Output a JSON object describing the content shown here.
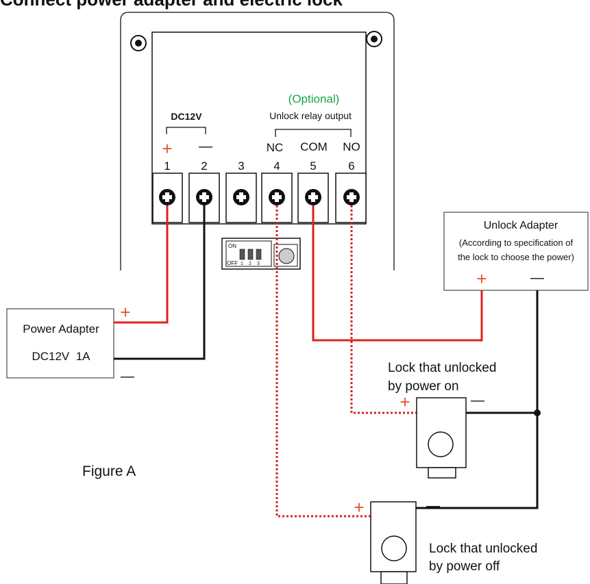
{
  "header": {
    "title": "Connect power adapter and electric lock"
  },
  "terminal_block": {
    "power_group_label": "DC12V",
    "power_plus": "+",
    "power_minus": "—",
    "optional_label": "(Optional)",
    "relay_label": "Unlock relay output",
    "nc_label": "NC",
    "com_label": "COM",
    "no_label": "NO",
    "numbers": [
      "1",
      "2",
      "3",
      "4",
      "5",
      "6"
    ]
  },
  "dip_switch": {
    "on_label": "ON",
    "off_label": "OFF",
    "switch_numbers": [
      "1",
      "2",
      "3"
    ]
  },
  "power_adapter": {
    "line1": "Power Adapter",
    "line2": "DC12V  1A",
    "plus": "+",
    "minus": "—"
  },
  "unlock_adapter": {
    "title": "Unlock Adapter",
    "note_line1": "(According to specification of",
    "note_line2": "the lock to choose the power)",
    "plus": "+",
    "minus": "—"
  },
  "lock_power_on": {
    "label_line1": "Lock that unlocked",
    "label_line2": "by power on",
    "plus": "+",
    "minus": "—"
  },
  "lock_power_off": {
    "label_line1": "Lock that unlocked",
    "label_line2": "by power off",
    "plus": "+",
    "minus": "—"
  },
  "figure_label": "Figure A",
  "colors": {
    "red_wire": "#e0201b",
    "black_wire": "#111111",
    "dotted_wire": "#d6221d",
    "sign_red": "#e8552a",
    "optional_green": "#1aa34a"
  }
}
